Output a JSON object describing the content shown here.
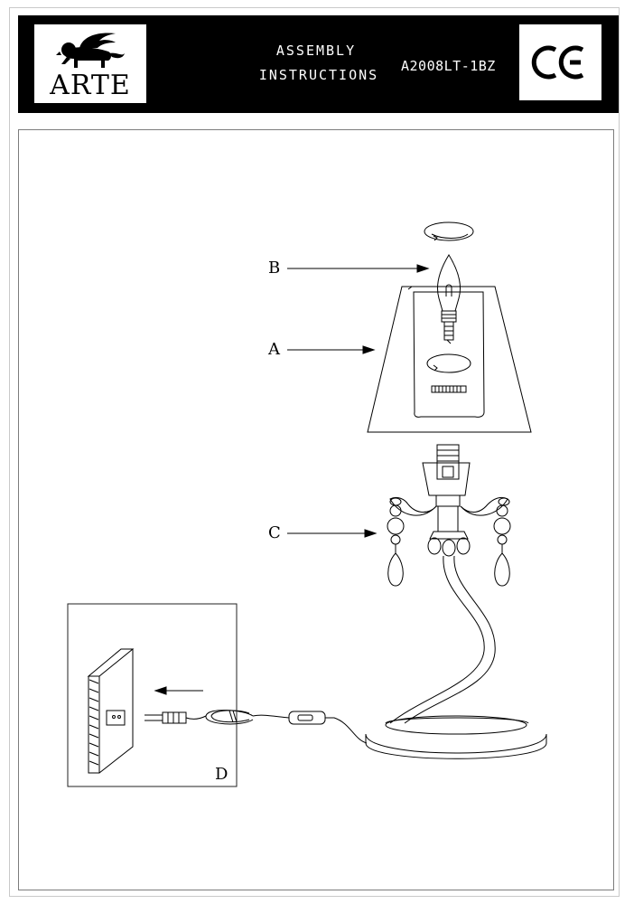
{
  "header": {
    "brand": "ARTE",
    "title_line1": "ASSEMBLY",
    "title_line2": "INSTRUCTIONS",
    "model": "A2008LT-1BZ",
    "certification_icon": "ce-mark-icon"
  },
  "callouts": {
    "a": "A",
    "b": "B",
    "c": "C",
    "d": "D"
  },
  "icons": [
    "lion-logo-icon",
    "ce-mark-icon",
    "candle-bulb-icon",
    "wall-outlet-icon",
    "plug-icon",
    "inline-switch-icon"
  ],
  "colors": {
    "header_bg": "#000000",
    "line": "#000000",
    "frame": "#7c7c7c"
  }
}
